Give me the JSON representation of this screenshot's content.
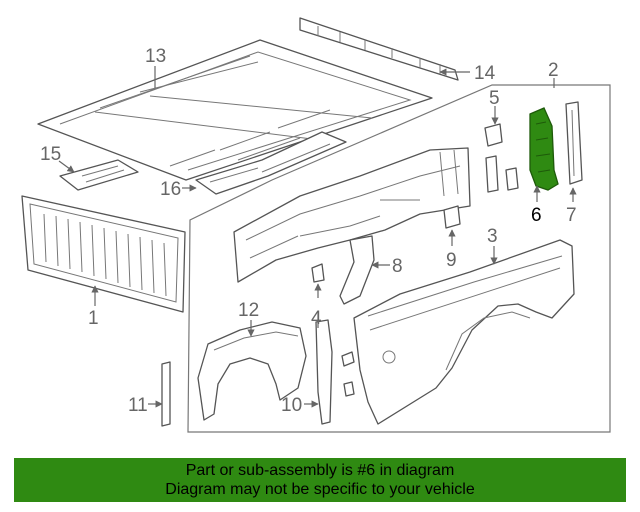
{
  "diagram": {
    "callouts": [
      "1",
      "2",
      "3",
      "4",
      "5",
      "6",
      "7",
      "8",
      "9",
      "10",
      "11",
      "12",
      "13",
      "14",
      "15",
      "16"
    ],
    "highlighted_part": "6",
    "highlight_color": "#2f8a12"
  },
  "banner": {
    "line1": "Part or sub-assembly is #6 in diagram",
    "line2": "Diagram may not be specific to your vehicle",
    "background": "#2f8a12"
  }
}
